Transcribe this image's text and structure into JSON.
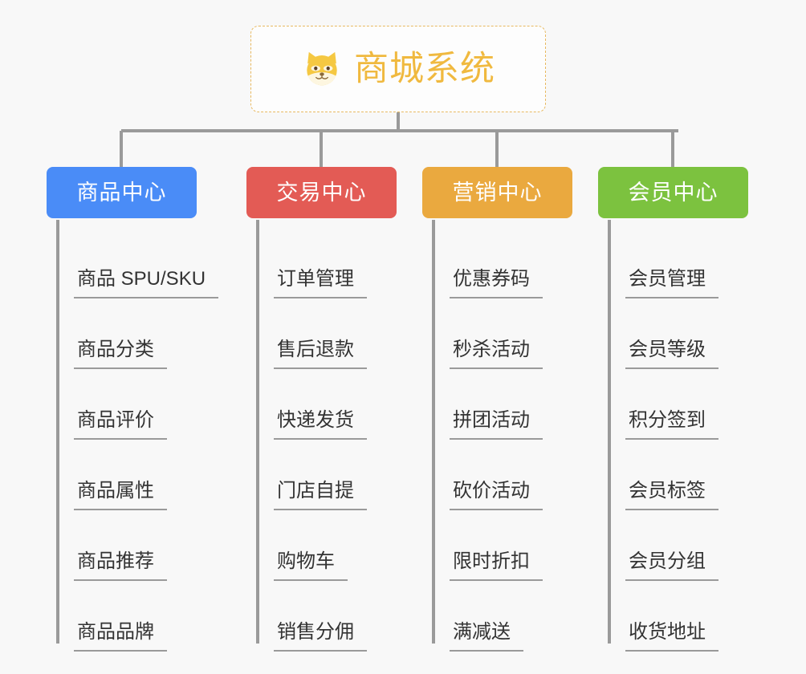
{
  "background_color": "#f8f8f8",
  "root": {
    "title": "商城系统",
    "icon": "shiba-dog-face-icon",
    "accent_color": "#f0b93f",
    "border_color": "#e8b960"
  },
  "columns": [
    {
      "id": "product-center",
      "label": "商品中心",
      "color": "#4a8cf7",
      "items": [
        "商品 SPU/SKU",
        "商品分类",
        "商品评价",
        "商品属性",
        "商品推荐",
        "商品品牌"
      ]
    },
    {
      "id": "trade-center",
      "label": "交易中心",
      "color": "#e35b55",
      "items": [
        "订单管理",
        "售后退款",
        "快递发货",
        "门店自提",
        "购物车",
        "销售分佣"
      ]
    },
    {
      "id": "marketing-center",
      "label": "营销中心",
      "color": "#eaa93f",
      "items": [
        "优惠券码",
        "秒杀活动",
        "拼团活动",
        "砍价活动",
        "限时折扣",
        "满减送"
      ]
    },
    {
      "id": "member-center",
      "label": "会员中心",
      "color": "#7cc23f",
      "items": [
        "会员管理",
        "会员等级",
        "积分签到",
        "会员标签",
        "会员分组",
        "收货地址"
      ]
    }
  ],
  "connector_color": "#9a9a9a"
}
